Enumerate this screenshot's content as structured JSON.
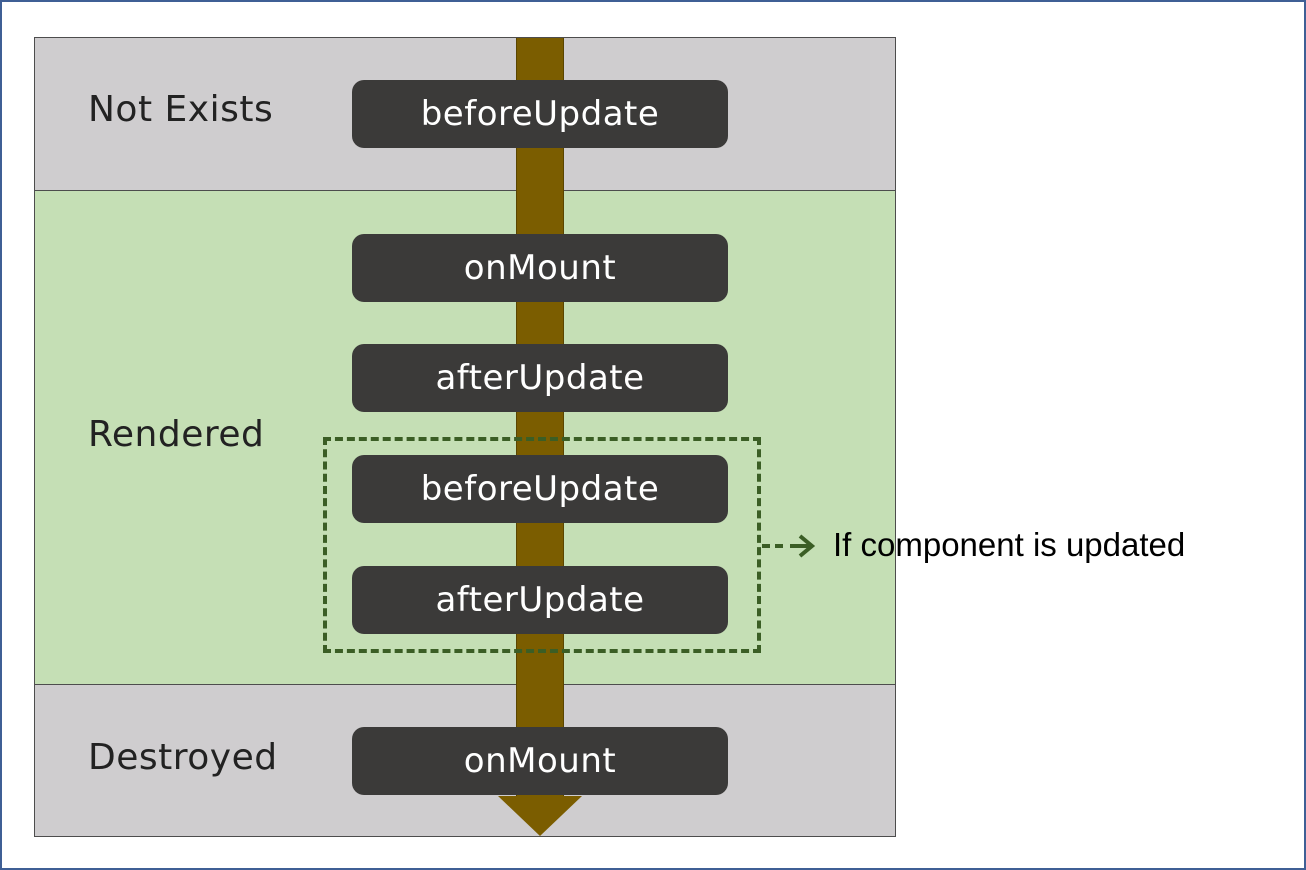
{
  "states": {
    "not_exists": "Not Exists",
    "rendered": "Rendered",
    "destroyed": "Destroyed"
  },
  "hooks": {
    "h1": "beforeUpdate",
    "h2": "onMount",
    "h3": "afterUpdate",
    "h4": "beforeUpdate",
    "h5": "afterUpdate",
    "h6": "onMount"
  },
  "annotation": "If component is updated",
  "colors": {
    "state_gray": "#cfcdcf",
    "state_green": "#c5dfb5",
    "timeline_brown": "#7b5d00",
    "hook_box": "#3b3a39",
    "dashed_green": "#3b5e25"
  }
}
